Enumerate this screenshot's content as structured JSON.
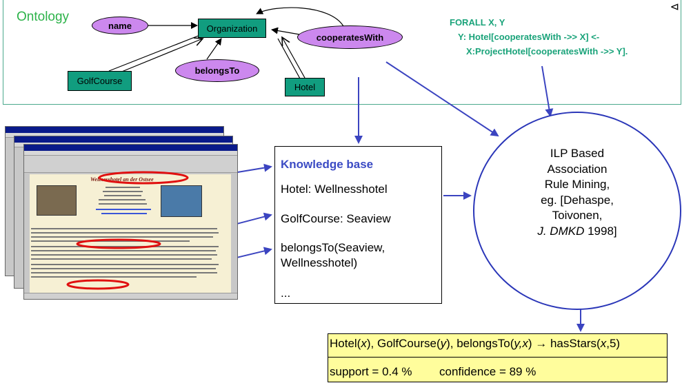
{
  "ontology": {
    "title": "Ontology",
    "nodes": {
      "name": "name",
      "organization": "Organization",
      "cooperates_with": "cooperatesWith",
      "golf_course": "GolfCourse",
      "belongs_to": "belongsTo",
      "hotel": "Hotel"
    },
    "rule_lines": [
      "FORALL X, Y",
      "Y: Hotel[cooperatesWith ->> X] <-",
      "X:ProjectHotel[cooperatesWith ->> Y]."
    ]
  },
  "webpage": {
    "heading": "Wellnesshotel an der Ostsee"
  },
  "knowledge_base": {
    "title": "Knowledge base",
    "items": [
      "Hotel: Wellnesshotel",
      "GolfCourse: Seaview",
      "belongsTo(Seaview,",
      "Wellnesshotel)",
      "..."
    ]
  },
  "ilp": {
    "line1": "ILP Based",
    "line2": "Association",
    "line3": "Rule Mining,",
    "line4": "eg. [Dehaspe,",
    "line5": "Toivonen,",
    "line6_italic": "J. DMKD",
    "line6_rest": " 1998]"
  },
  "result": {
    "rule_p1": "Hotel(",
    "rule_v1": "x",
    "rule_p2": "), GolfCourse(",
    "rule_v2": "y",
    "rule_p3": "), belongsTo(",
    "rule_v3": "y,x",
    "rule_p4": ")  →  hasStars(",
    "rule_v4": "x",
    "rule_p5": ",5)",
    "support": "support = 0.4 %",
    "confidence": "confidence = 89 %"
  },
  "colors": {
    "ontology_green": "#2db34a",
    "node_box": "#119d7f",
    "node_ellipse": "#cc88ee",
    "rule_text": "#1aa37a",
    "arrow_blue": "#3b44c0",
    "result_fill": "#fffd9c"
  }
}
